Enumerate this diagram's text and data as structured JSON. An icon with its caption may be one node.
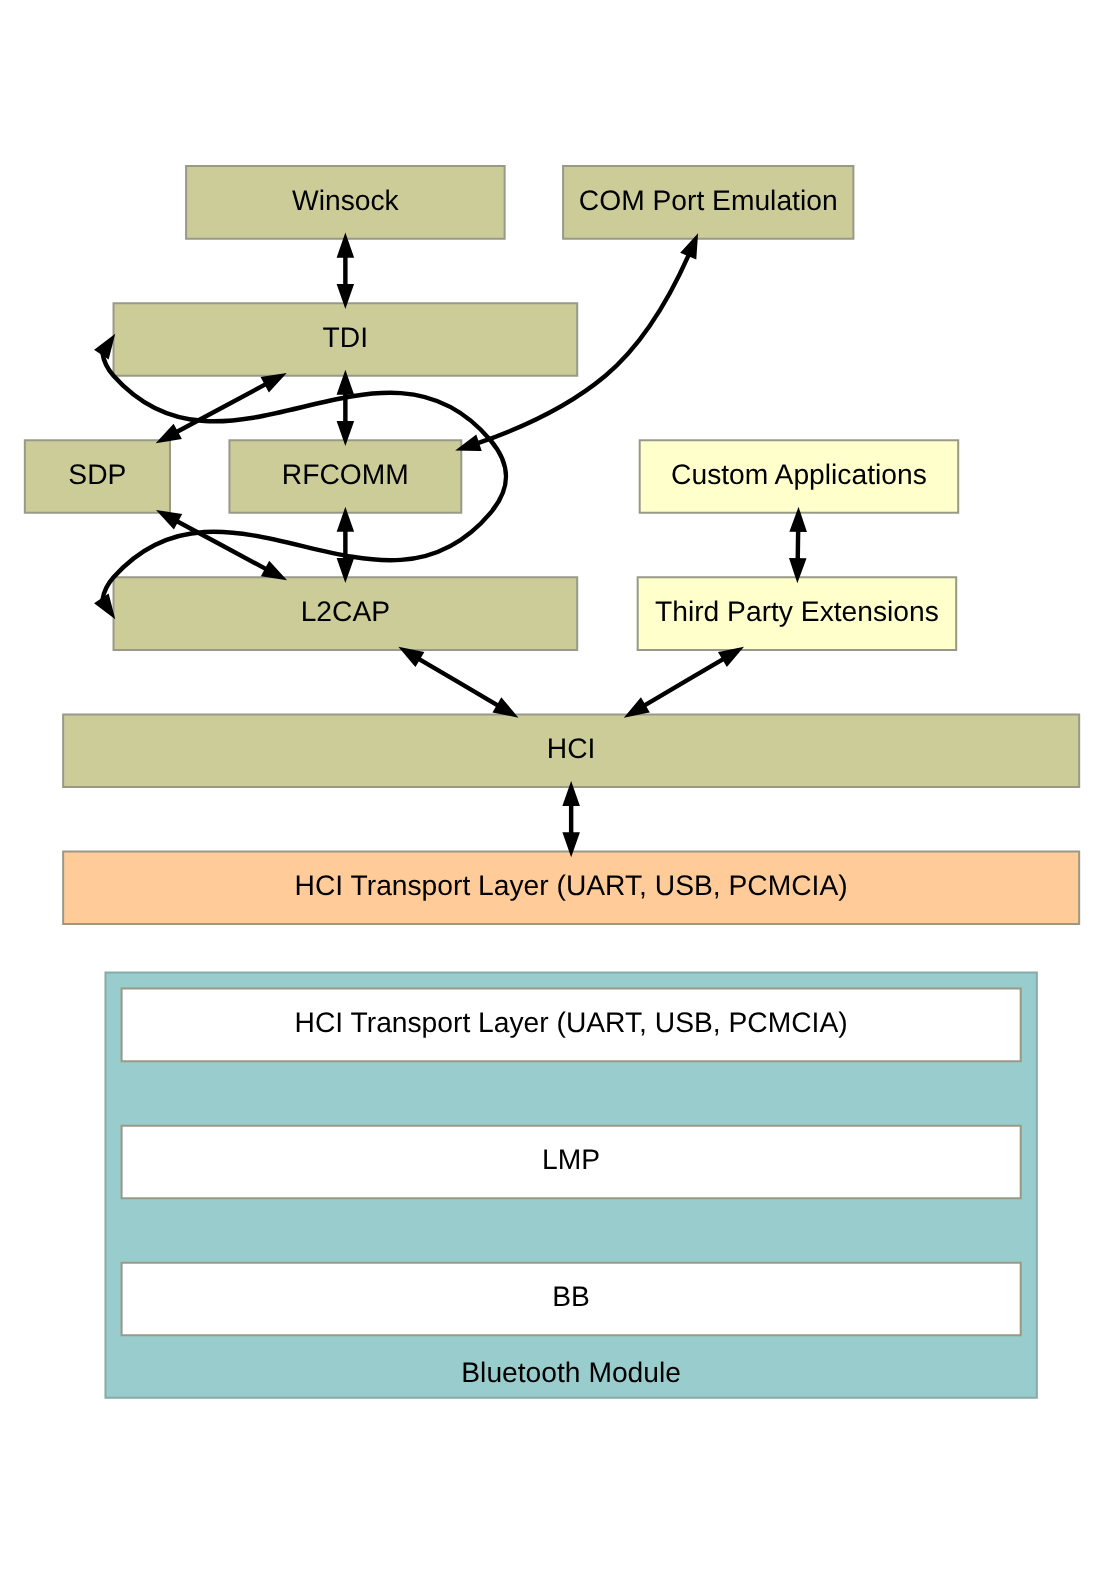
{
  "diagram": {
    "nodes": [
      {
        "text": [
          "Winsock"
        ]
      },
      {
        "text": [
          "COM Port Emulation"
        ]
      },
      {
        "text": [
          "TDI"
        ]
      },
      {
        "text": [
          "SDP"
        ]
      },
      {
        "text": [
          "RFCOMM"
        ]
      },
      {
        "text": [
          "L2CAP"
        ]
      },
      {
        "text": [
          "Custom Applications"
        ]
      },
      {
        "text": [
          "Third Party Extensions"
        ]
      },
      {
        "text": [
          "HCI"
        ]
      },
      {
        "text": [
          "HCI Transport Layer (UART, USB, PCMCIA)"
        ]
      },
      {
        "text": [
          "Bluetooth Module"
        ]
      },
      {
        "text": [
          "HCI Transport Layer (UART, USB, PCMCIA)"
        ],
        "in": 10
      },
      {
        "text": [
          "LMP"
        ],
        "in": 10
      },
      {
        "text": [
          "BB"
        ],
        "in": 10
      }
    ],
    "edges": [
      {
        "from": 0,
        "to": 2,
        "arrow": "both"
      },
      {
        "from": 2,
        "to": 3,
        "arrow": "both"
      },
      {
        "from": 2,
        "to": 4,
        "arrow": "both"
      },
      {
        "from": 1,
        "to": 4,
        "arrow": "both"
      },
      {
        "from": 3,
        "to": 5,
        "arrow": "both"
      },
      {
        "from": 4,
        "to": 5,
        "arrow": "both"
      },
      {
        "from": 2,
        "to": 5,
        "arrow": "both"
      },
      {
        "from": 6,
        "to": 7,
        "arrow": "both"
      },
      {
        "from": 5,
        "to": 8,
        "arrow": "both"
      },
      {
        "from": 7,
        "to": 8,
        "arrow": "both"
      },
      {
        "from": 8,
        "to": 9,
        "arrow": "both"
      }
    ]
  }
}
